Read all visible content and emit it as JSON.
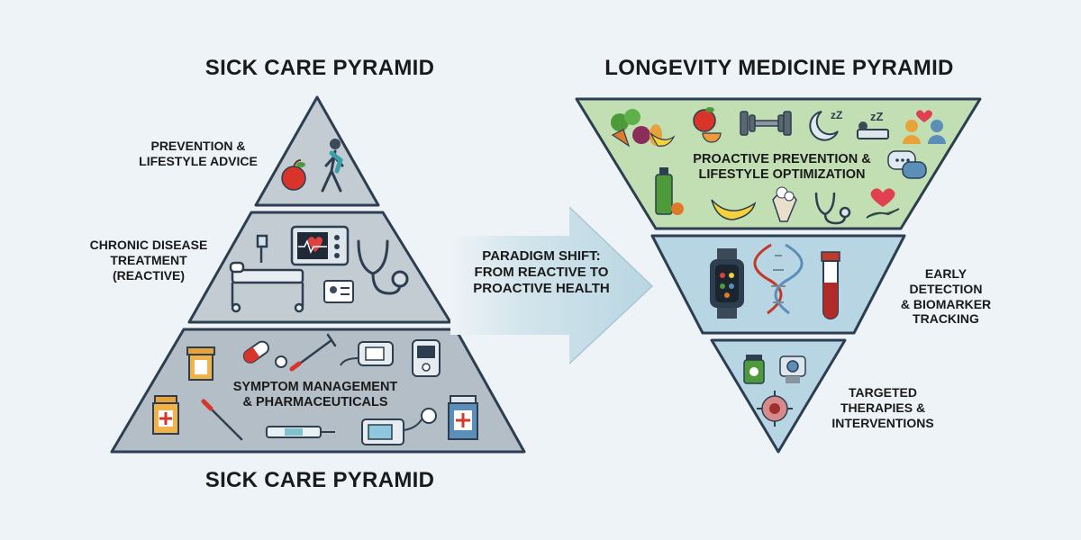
{
  "left_title_top": "SICK CARE PYRAMID",
  "left_title_bottom": "SICK CARE PYRAMID",
  "right_title": "LONGEVITY MEDICINE PYRAMID",
  "left_pyramid": {
    "top_label": "PREVENTION &\nLIFESTYLE ADVICE",
    "middle_label": "CHRONIC DISEASE\nTREATMENT\n(REACTIVE)",
    "bottom_label": "SYMPTOM MANAGEMENT\n& PHARMACEUTICALS"
  },
  "arrow_text": "PARADIGM SHIFT:\nFROM REACTIVE TO\nPROACTIVE HEALTH",
  "right_pyramid": {
    "top_label": "PROACTIVE PREVENTION &\nLIFESTYLE OPTIMIZATION",
    "middle_label": "EARLY\nDETECTION\n& BIOMARKER\nTRACKING",
    "bottom_label": "TARGETED\nTHERAPIES &\nINTERVENTIONS"
  },
  "colors": {
    "background": "#eef3f7",
    "left_tier": "#c4ccd3",
    "left_bottom_tier": "#b4bec6",
    "right_top_tier": "#c2dfb4",
    "right_lower_tiers": "#b7d5e3",
    "arrow": "#c9dfe8",
    "outline": "#2c3e50"
  }
}
